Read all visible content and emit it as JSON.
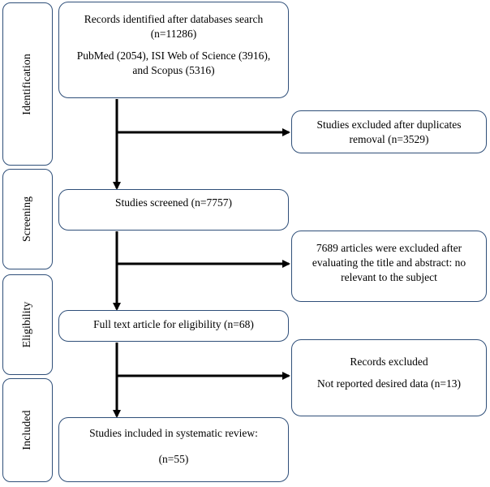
{
  "stages": {
    "identification": "Identification",
    "screening": "Screening",
    "eligibility": "Eligibility",
    "included": "Included"
  },
  "identified": {
    "line1": "Records identified after databases search",
    "line2": "(n=11286)",
    "line3": "PubMed (2054), ISI Web of Science (3916),",
    "line4": "and Scopus (5316)"
  },
  "duplicates": {
    "line1": "Studies excluded after duplicates",
    "line2": "removal (n=3529)"
  },
  "screened": {
    "line1": "Studies screened (n=7757)"
  },
  "title_abstract": {
    "line1": "7689 articles were excluded after",
    "line2": "evaluating the title and abstract: no",
    "line3": "relevant to the subject"
  },
  "eligibility_box": {
    "line1": "Full text article for eligibility (n=68)"
  },
  "records_excluded": {
    "line1": "Records excluded",
    "line2": "Not reported desired data (n=13)"
  },
  "included_box": {
    "line1": "Studies included in systematic review:",
    "line2": "(n=55)"
  }
}
